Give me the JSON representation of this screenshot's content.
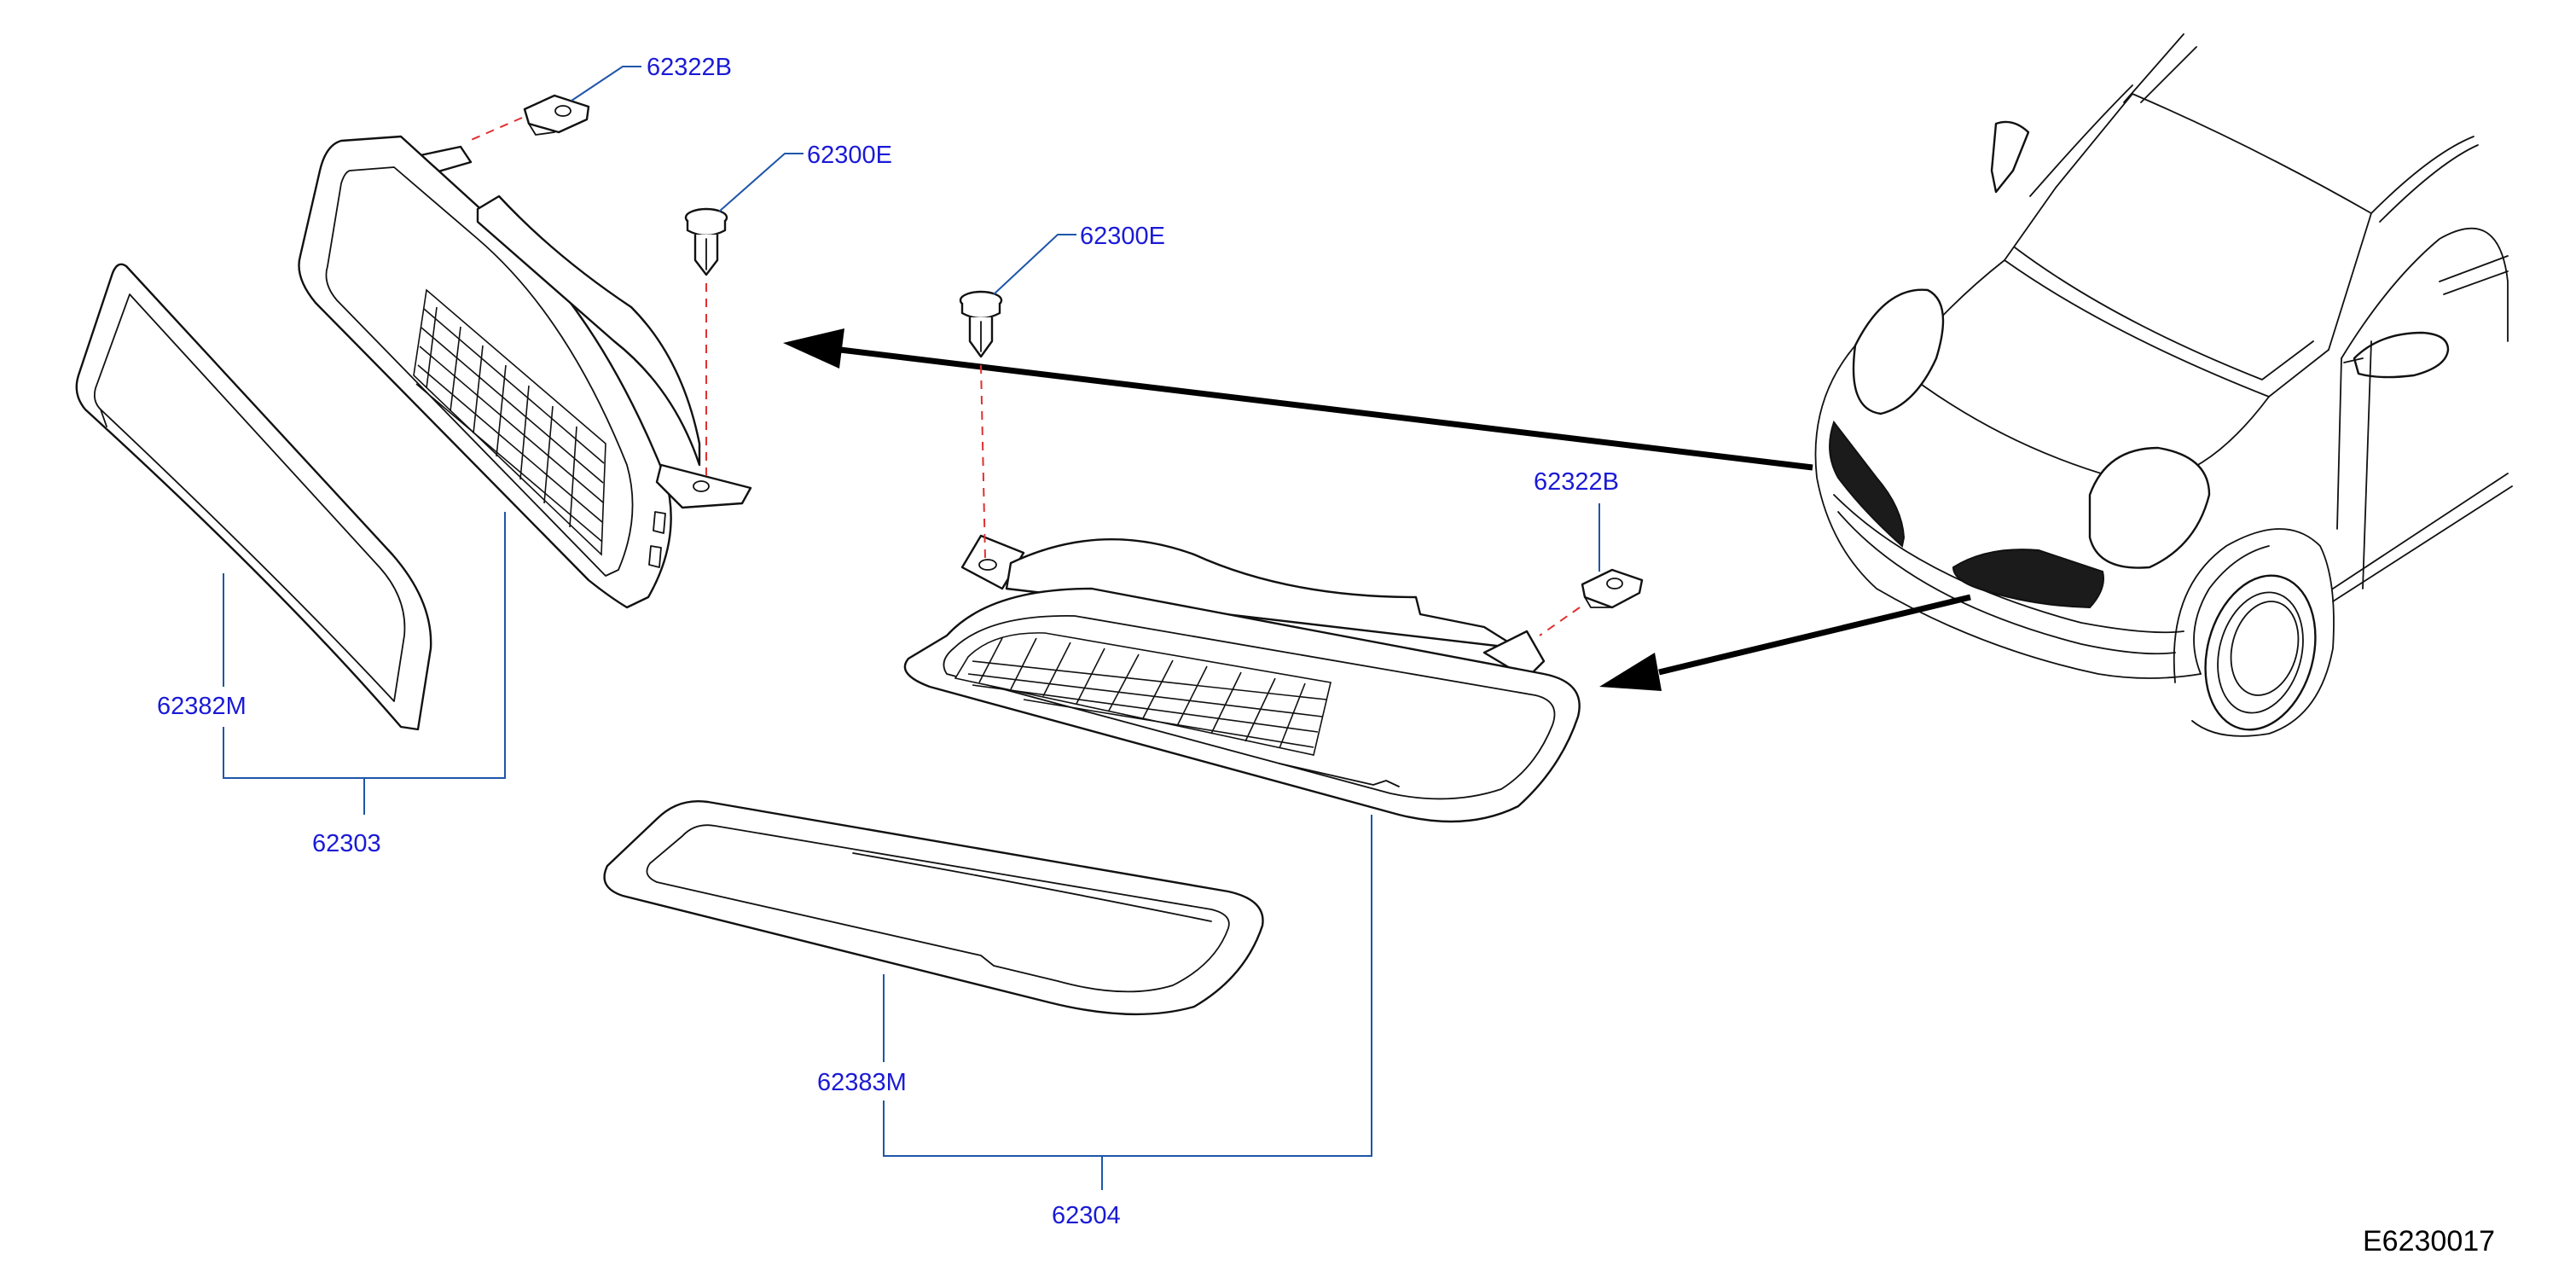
{
  "diagram": {
    "code": "E6230017",
    "labels": {
      "clip_upper_left": "62322B",
      "clip_right": "62322B",
      "pushpin_left": "62300E",
      "pushpin_center": "62300E",
      "finisher_left": "62382M",
      "grille_left_assy": "62303",
      "finisher_center": "62383M",
      "grille_center_assy": "62304"
    },
    "colors": {
      "label_text": "#1a1ad6",
      "leader_line": "#1e56a8",
      "dashed_line": "#e03030",
      "outline": "#111111",
      "highlight_fill": "#1b1b1b"
    }
  }
}
